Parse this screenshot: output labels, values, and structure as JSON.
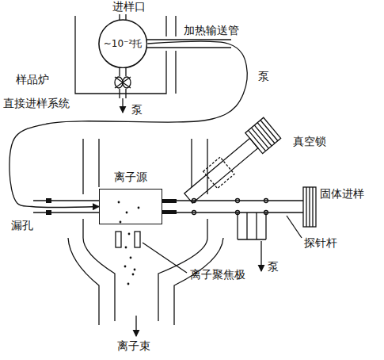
{
  "diagram": {
    "nodes": [
      {
        "text": [
          "~10⁻²托"
        ]
      },
      {
        "text": [
          "离子源"
        ]
      }
    ],
    "edges": [
      {
        "from": 0,
        "to": 1,
        "arrow": "to"
      }
    ],
    "labels": [
      "进样口",
      "样品炉",
      "加热输送管",
      "直接进样系统",
      "泵",
      "泵",
      "真空锁",
      "固体进样",
      "漏孔",
      "探针杆",
      "泵",
      "离子聚焦极",
      "离子束"
    ]
  }
}
